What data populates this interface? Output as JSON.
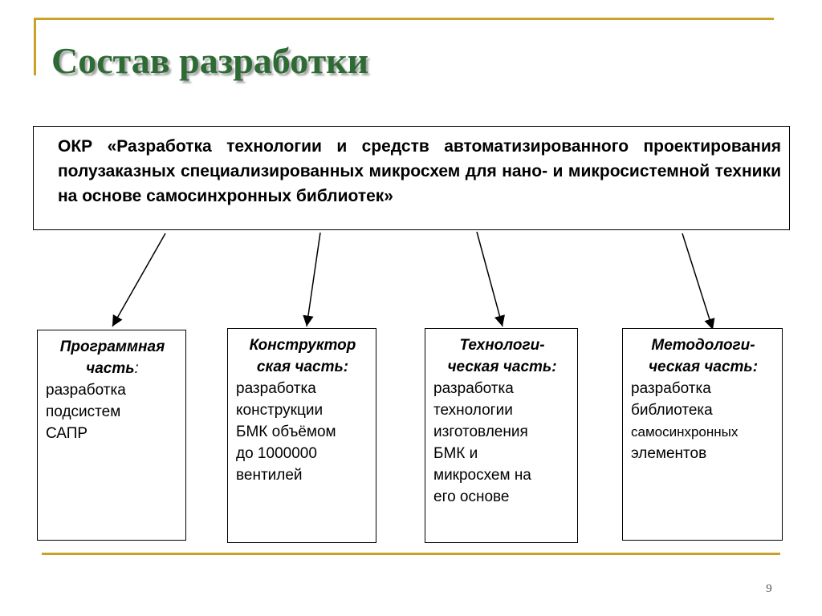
{
  "slide": {
    "title": "Состав разработки",
    "main_text": "ОКР «Разработка технологии и средств автоматизированного проектирования полузаказных специализированных микросхем для нано- и микросистемной техники на основе самосинхронных библиотек»",
    "parts": [
      {
        "heading_line1": "Программная",
        "heading_line2": "часть",
        "heading_suffix": ":",
        "body_lines": [
          "разработка",
          "подсистем",
          "САПР"
        ]
      },
      {
        "heading_line1": "Конструктор",
        "heading_line2": "ская часть:",
        "body_lines": [
          "разработка",
          "конструкции",
          "БМК объёмом",
          "до 1000000",
          "вентилей"
        ]
      },
      {
        "heading_line1": "Технологи-",
        "heading_line2": "ческая часть:",
        "body_lines": [
          "разработка",
          "технологии",
          "изготовления",
          "БМК и",
          "микросхем на",
          "его основе"
        ]
      },
      {
        "heading_line1": "Методологи-",
        "heading_line2": "ческая часть:",
        "body_lines": [
          "разработка",
          "библиотека",
          "самосинхронных",
          "элементов"
        ]
      }
    ],
    "page_number": "9"
  },
  "colors": {
    "title": "#2e6b34",
    "decor_lines": "#c9a227",
    "box_border": "#000000"
  }
}
